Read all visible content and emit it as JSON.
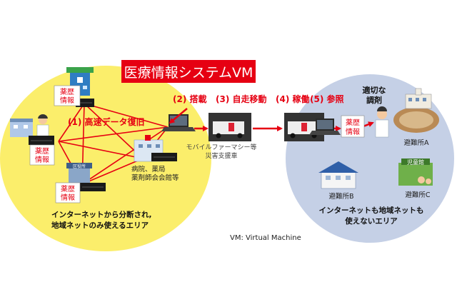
{
  "title_banner": "医療情報システムVM",
  "record_label_line1": "薬歴",
  "record_label_line2": "情報",
  "steps": {
    "s1": "(1) 高速データ復旧",
    "s2": "(2) 搭載",
    "s3": "(3) 自走移動",
    "s4": "(4) 稼働",
    "s5": "(5) 参照"
  },
  "left_area_caption": {
    "line1": "インターネットから分断され,",
    "line2": "地域ネットのみ使えるエリア"
  },
  "right_area_caption": {
    "line1": "インターネットも地域ネットも",
    "line2": "使えないエリア"
  },
  "hospital_label": {
    "line1": "病院、薬局",
    "line2": "薬剤師会会館等"
  },
  "vehicle_label": {
    "line1": "モバイルファーマシー等",
    "line2": "災害支援車"
  },
  "dispensing_label": {
    "line1": "適切な",
    "line2": "調剤"
  },
  "shelters": {
    "a": "避難所A",
    "b": "避難所B",
    "c": "避難所C"
  },
  "ward_office_sign": "区役所",
  "childrens_hall_sign": "児童館",
  "vm_note": "VM: Virtual Machine",
  "colors": {
    "left_area": "#fbee6b",
    "right_area": "#c5d0e6",
    "accent_red": "#e60012",
    "network_line": "#e60012"
  }
}
